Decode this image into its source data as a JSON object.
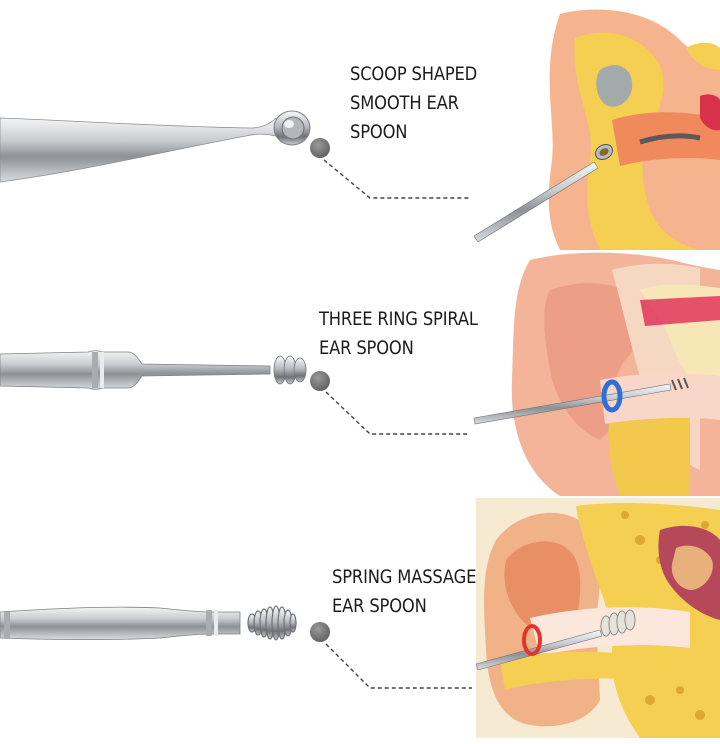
{
  "items": [
    {
      "lines": [
        "SCOOP SHAPED",
        "SMOOTH EAR",
        "SPOON"
      ]
    },
    {
      "lines": [
        "THREE RING SPIRAL",
        "EAR SPOON"
      ]
    },
    {
      "lines": [
        "SPRING MASSAGE",
        "EAR SPOON"
      ]
    }
  ],
  "colors": {
    "steel_light": "#e6e8ea",
    "steel_dark": "#7d8186",
    "marker": "#777777",
    "dash": "#444444",
    "skin": "#f3b49a",
    "cartilage": "#f2d05a",
    "canal": "#f08a5c"
  }
}
